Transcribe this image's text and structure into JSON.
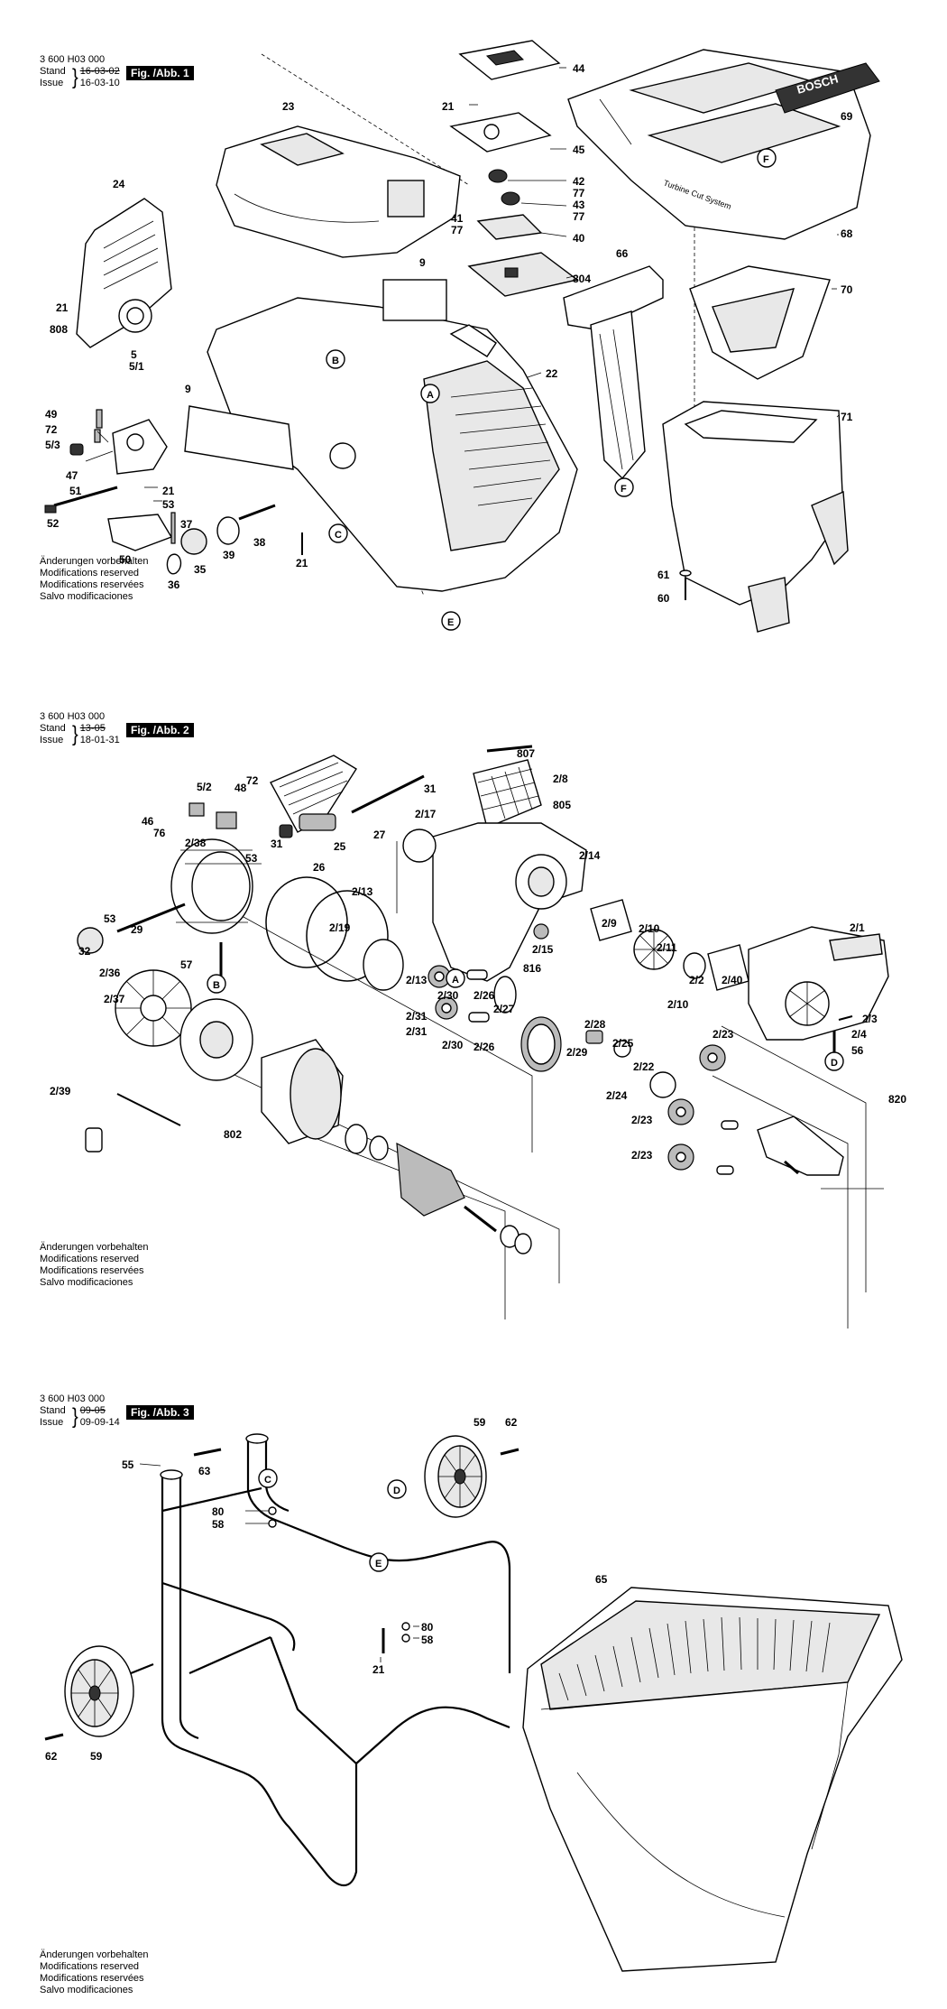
{
  "figures": [
    {
      "doc_number": "3 600 H03 000",
      "stand_label": "Stand",
      "issue_label": "Issue",
      "stand_date": "16-03-02",
      "issue_date": "16-03-10",
      "figure_label": "Fig. /Abb. 1",
      "brand_text": "BOSCH",
      "housing_text": "Turbine Cut System",
      "part_labels": [
        "44",
        "21",
        "45",
        "23",
        "42",
        "77",
        "43",
        "77",
        "41",
        "40",
        "77",
        "804",
        "24",
        "9",
        "66",
        "70",
        "69",
        "68",
        "21",
        "808",
        "5",
        "5/1",
        "22",
        "9",
        "49",
        "72",
        "5/3",
        "47",
        "21",
        "53",
        "51",
        "52",
        "37",
        "50",
        "36",
        "35",
        "39",
        "38",
        "21",
        "61",
        "60",
        "71"
      ],
      "markers": [
        "A",
        "B",
        "C",
        "E",
        "F",
        "F"
      ]
    },
    {
      "doc_number": "3 600 H03 000",
      "stand_label": "Stand",
      "issue_label": "Issue",
      "stand_date": "13-05",
      "issue_date": "18-01-31",
      "figure_label": "Fig. /Abb. 2",
      "part_labels": [
        "807",
        "2/8",
        "805",
        "72",
        "48",
        "5/2",
        "31",
        "46",
        "76",
        "2/38",
        "53",
        "27",
        "25",
        "26",
        "31",
        "2/17",
        "2/14",
        "2/13",
        "29",
        "53",
        "32",
        "2/19",
        "2/9",
        "2/10",
        "2/11",
        "57",
        "2/36",
        "2/37",
        "2/15",
        "816",
        "2/13",
        "2/31",
        "2/30",
        "2/26",
        "2/31",
        "2/30",
        "2/26",
        "2/27",
        "2/2",
        "2/40",
        "2/1",
        "2/10",
        "2/3",
        "2/4",
        "56",
        "2/39",
        "2/28",
        "2/25",
        "2/29",
        "2/22",
        "2/24",
        "2/23",
        "2/23",
        "802",
        "2/23",
        "820"
      ],
      "markers": [
        "A",
        "B",
        "D"
      ]
    },
    {
      "doc_number": "3 600 H03 000",
      "stand_label": "Stand",
      "issue_label": "Issue",
      "stand_date": "09-05",
      "issue_date": "09-09-14",
      "figure_label": "Fig. /Abb. 3",
      "part_labels": [
        "59",
        "62",
        "55",
        "63",
        "80",
        "58",
        "21",
        "80",
        "58",
        "65",
        "62",
        "59"
      ],
      "markers": [
        "C",
        "D",
        "E"
      ]
    }
  ],
  "footer_lines": [
    "Änderungen vorbehalten",
    "Modifications reserved",
    "Modifications reservées",
    "Salvo modificaciones"
  ]
}
